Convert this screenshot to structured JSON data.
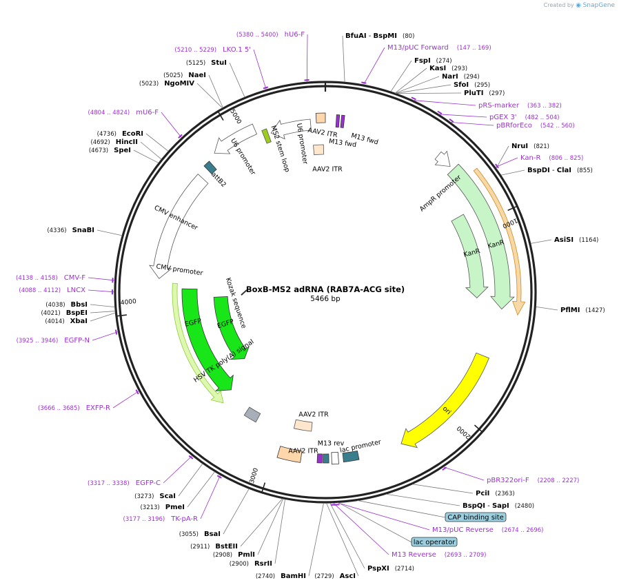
{
  "watermark": {
    "prefix": "Created by",
    "brand": "SnapGene"
  },
  "plasmid": {
    "name": "BoxB-MS2 adRNA (RAB7A-ACG site)",
    "length_label": "5466 bp",
    "length": 5466
  },
  "colors": {
    "primer": "#9b30d1",
    "enzyme": "#000000",
    "tick_line": "#777777",
    "egfp": "#19e619",
    "ampr_kanr": "#c8f5c8",
    "ori": "#ffff00",
    "itr": "#ffd7aa",
    "itr_light": "#ffe6cc",
    "promoter": "#ffffff",
    "signal": "#a9afb8",
    "orf_kan_outline": "#d38a1c",
    "misc_teal": "#3a7d8c"
  },
  "ruler_ticks": [
    "1000",
    "2000",
    "3000",
    "4000",
    "5000"
  ],
  "enzymes": [
    {
      "name": "BfuAI",
      "alt": "BspMI",
      "pos": "(80)"
    },
    {
      "name": "FspI",
      "pos": "(274)"
    },
    {
      "name": "KasI",
      "pos": "(293)"
    },
    {
      "name": "NarI",
      "pos": "(294)"
    },
    {
      "name": "SfoI",
      "pos": "(295)"
    },
    {
      "name": "PluTI",
      "pos": "(297)"
    },
    {
      "name": "NruI",
      "pos": "(821)"
    },
    {
      "name": "BspDI",
      "alt": "ClaI",
      "pos": "(855)"
    },
    {
      "name": "AsiSI",
      "pos": "(1164)"
    },
    {
      "name": "PflMI",
      "pos": "(1427)"
    },
    {
      "name": "PciI",
      "pos": "(2363)"
    },
    {
      "name": "BspQI",
      "alt": "SapI",
      "pos": "(2480)"
    },
    {
      "name": "PspXI",
      "pos": "(2714)"
    },
    {
      "name": "AscI",
      "pos": "(2729)"
    },
    {
      "name": "BamHI",
      "pos": "(2740)"
    },
    {
      "name": "RsrII",
      "pos": "(2900)"
    },
    {
      "name": "PmlI",
      "pos": "(2908)"
    },
    {
      "name": "BstEII",
      "pos": "(2911)"
    },
    {
      "name": "BsaI",
      "pos": "(3055)"
    },
    {
      "name": "PmeI",
      "pos": "(3213)"
    },
    {
      "name": "ScaI",
      "pos": "(3273)"
    },
    {
      "name": "XbaI",
      "pos": "(4014)"
    },
    {
      "name": "BspEI",
      "pos": "(4021)"
    },
    {
      "name": "BbsI",
      "pos": "(4038)"
    },
    {
      "name": "SnaBI",
      "pos": "(4336)"
    },
    {
      "name": "SpeI",
      "pos": "(4673)"
    },
    {
      "name": "HincII",
      "pos": "(4692)"
    },
    {
      "name": "EcoRI",
      "pos": "(4736)"
    },
    {
      "name": "NgoMIV",
      "pos": "(5023)"
    },
    {
      "name": "NaeI",
      "pos": "(5025)"
    },
    {
      "name": "StuI",
      "pos": "(5125)"
    }
  ],
  "primers": [
    {
      "name": "hU6-F",
      "range": "(5380 .. 5400)"
    },
    {
      "name": "M13/pUC Forward",
      "range": "(147 .. 169)"
    },
    {
      "name": "pRS-marker",
      "range": "(363 .. 382)"
    },
    {
      "name": "pGEX 3'",
      "range": "(482 .. 504)"
    },
    {
      "name": "pBRforEco",
      "range": "(542 .. 560)"
    },
    {
      "name": "Kan-R",
      "range": "(806 .. 825)"
    },
    {
      "name": "pBR322ori-F",
      "range": "(2208 .. 2227)"
    },
    {
      "name": "M13/pUC Reverse",
      "range": "(2674 .. 2696)"
    },
    {
      "name": "M13 Reverse",
      "range": "(2693 .. 2709)"
    },
    {
      "name": "TK-pA-R",
      "range": "(3177 .. 3196)"
    },
    {
      "name": "EGFP-C",
      "range": "(3317 .. 3338)"
    },
    {
      "name": "EXFP-R",
      "range": "(3666 .. 3685)"
    },
    {
      "name": "EGFP-N",
      "range": "(3925 .. 3946)"
    },
    {
      "name": "LNCX",
      "range": "(4088 .. 4112)"
    },
    {
      "name": "CMV-F",
      "range": "(4138 .. 4158)"
    },
    {
      "name": "mU6-F",
      "range": "(4804 .. 4824)"
    },
    {
      "name": "LKO.1 5'",
      "range": "(5210 .. 5229)"
    }
  ],
  "boxed_features": [
    "CAP binding site",
    "lac operator"
  ],
  "features": {
    "ampr_promoter": "AmpR promoter",
    "kanr_outer": "KanR",
    "kanr_inner": "KanR",
    "ori": "ori",
    "egfp_inner": "EGFP",
    "egfp_outer": "EGFP",
    "hsv": "HSV TK poly(A) signal",
    "kozak": "Kozak sequence",
    "cmv_enhancer": "CMV enhancer",
    "cmv_promoter": "CMV promoter",
    "attb2": "attB2",
    "u6_promoter_a": "U6 promoter",
    "u6_promoter_b": "U6 promoter",
    "ms2": "MS2 stem loop",
    "aav2_itr_top": "AAV2 ITR",
    "aav2_itr_top2": "AAV2 ITR",
    "m13_fwd_a": "M13 fwd",
    "m13_fwd_b": "M13 fwd",
    "aav2_itr_bottom_a": "AAV2 ITR",
    "aav2_itr_bottom_b": "AAV2 ITR",
    "m13_rev": "M13 rev",
    "lac_promoter": "lac promoter"
  }
}
